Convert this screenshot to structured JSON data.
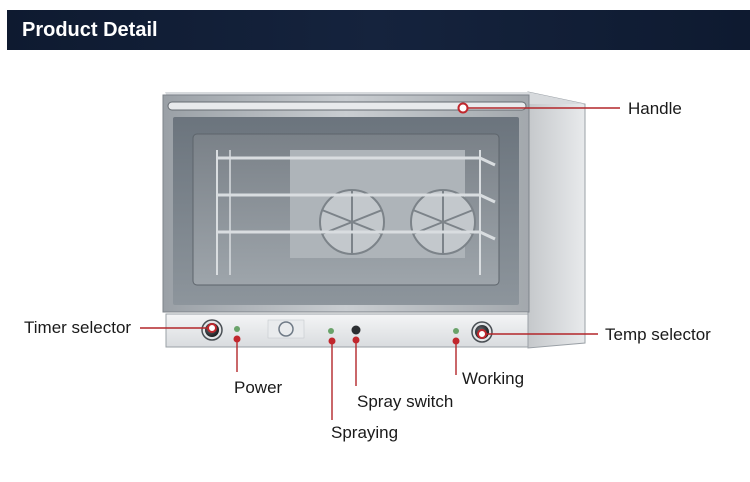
{
  "header": {
    "title": "Product Detail"
  },
  "callouts": {
    "handle": "Handle",
    "timer_selector": "Timer selector",
    "temp_selector": "Temp selector",
    "power": "Power",
    "spray_switch": "Spray switch",
    "working": "Working",
    "spraying": "Spraying"
  },
  "colors": {
    "header_bg": "#13213a",
    "leader_line": "#b3262a",
    "marker": "#c1272d"
  }
}
